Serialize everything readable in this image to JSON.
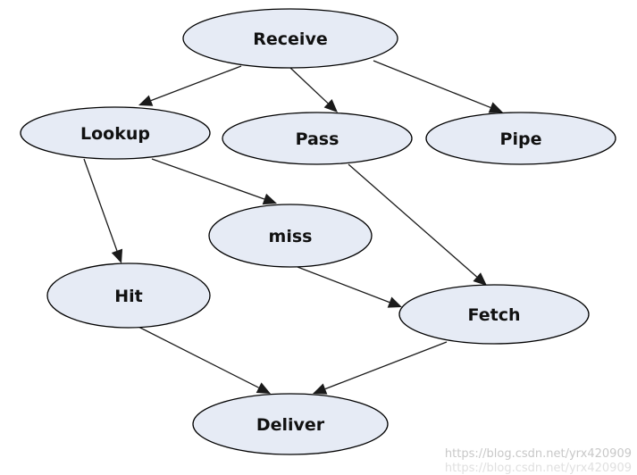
{
  "nodes": [
    {
      "id": "receive",
      "label": "Receive"
    },
    {
      "id": "lookup",
      "label": "Lookup"
    },
    {
      "id": "pass",
      "label": "Pass"
    },
    {
      "id": "pipe",
      "label": "Pipe"
    },
    {
      "id": "miss",
      "label": "miss"
    },
    {
      "id": "hit",
      "label": "Hit"
    },
    {
      "id": "fetch",
      "label": "Fetch"
    },
    {
      "id": "deliver",
      "label": "Deliver"
    }
  ],
  "edges": [
    {
      "from": "receive",
      "to": "lookup"
    },
    {
      "from": "receive",
      "to": "pass"
    },
    {
      "from": "receive",
      "to": "pipe"
    },
    {
      "from": "lookup",
      "to": "miss"
    },
    {
      "from": "lookup",
      "to": "hit"
    },
    {
      "from": "pass",
      "to": "fetch"
    },
    {
      "from": "miss",
      "to": "fetch"
    },
    {
      "from": "hit",
      "to": "deliver"
    },
    {
      "from": "fetch",
      "to": "deliver"
    }
  ],
  "watermark": {
    "line1": "https://blog.csdn.net/yrx420909",
    "line2": "https://blog.csdn.net/yrx420909"
  }
}
